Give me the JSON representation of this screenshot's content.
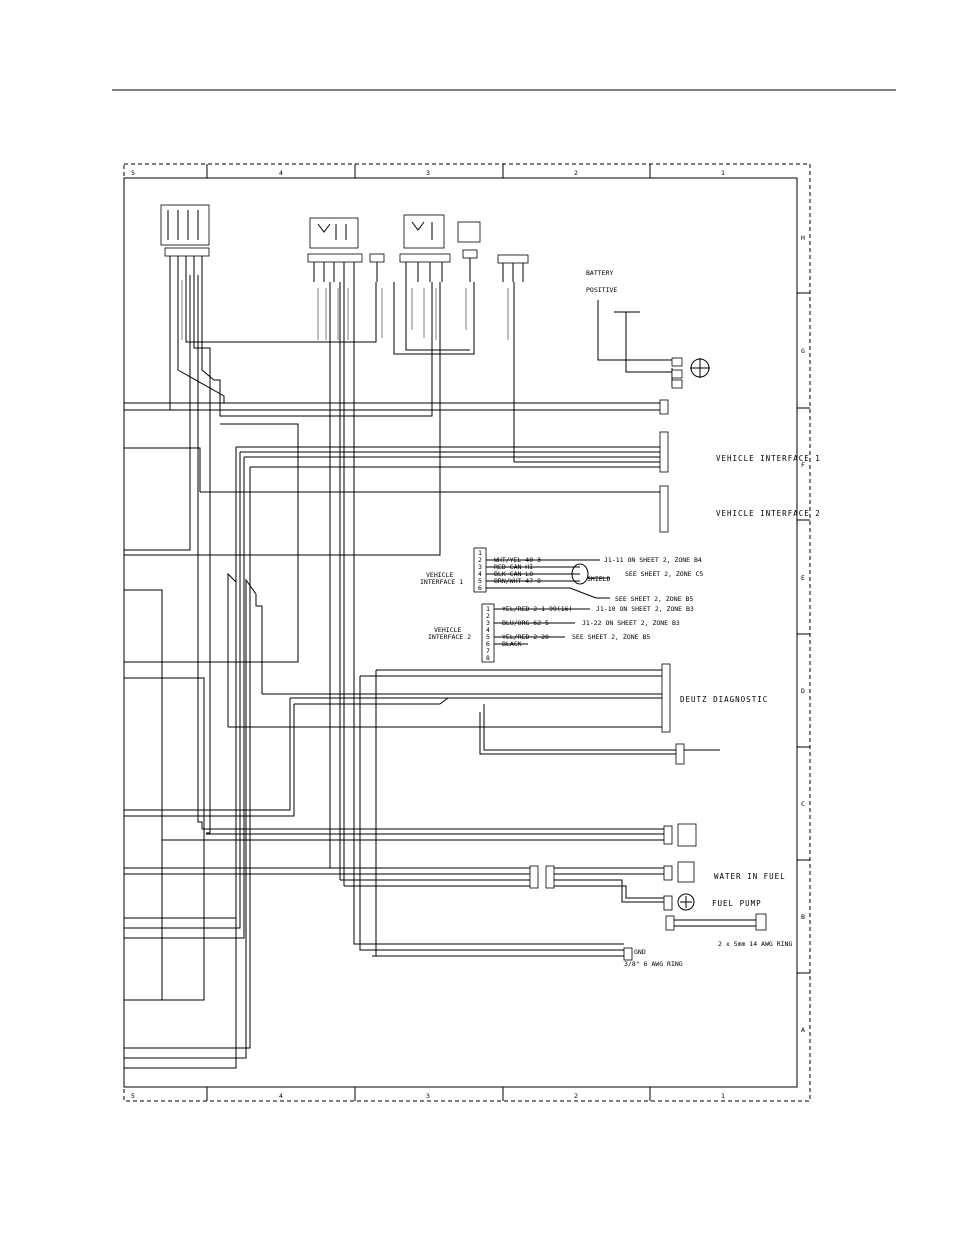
{
  "frame": {
    "columns": [
      "5",
      "4",
      "3",
      "2",
      "1"
    ],
    "rows": [
      "H",
      "G",
      "F",
      "E",
      "D",
      "C",
      "B",
      "A"
    ]
  },
  "labels": {
    "battery": "BATTERY",
    "positive": "POSITIVE",
    "vehicle_interface_1": "VEHICLE INTERFACE 1",
    "vehicle_interface_2": "VEHICLE INTERFACE 2",
    "vi1_block_line1": "VEHICLE",
    "vi1_block_line2": "INTERFACE 1",
    "vi2_block_line1": "VEHICLE",
    "vi2_block_line2": "INTERFACE 2",
    "deutz_diagnostic": "DEUTZ DIAGNOSTIC",
    "water_in_fuel": "WATER IN FUEL",
    "fuel_pump": "FUEL PUMP",
    "ring_14awg": "2 x 5mm 14 AWG RING",
    "gnd": "GND",
    "ring_6awg": "3/8\" 6 AWG RING"
  },
  "vehicle_interface_1_pins": [
    {
      "pin": "1",
      "text": ""
    },
    {
      "pin": "2",
      "text": "WHT/YEL 40-3"
    },
    {
      "pin": "3",
      "text": "RED CAN HI"
    },
    {
      "pin": "4",
      "text": "BLK CAN LO"
    },
    {
      "pin": "5",
      "text": "BRN/WHT 47-8"
    },
    {
      "pin": "6",
      "text": ""
    }
  ],
  "vehicle_interface_1_refs": {
    "j1_11": "J1-11 ON SHEET 2, ZONE B4",
    "see_c5": "SEE SHEET 2, ZONE C5",
    "shield": "SHIELD",
    "see_b5": "SEE SHEET 2, ZONE B5"
  },
  "vehicle_interface_2_pins": [
    {
      "pin": "1",
      "text": "YEL/RED 2-1-99(16)"
    },
    {
      "pin": "2",
      "text": ""
    },
    {
      "pin": "3",
      "text": "BLU/ORG 62-5"
    },
    {
      "pin": "4",
      "text": ""
    },
    {
      "pin": "5",
      "text": "YEL/RED 2-20"
    },
    {
      "pin": "6",
      "text": "BLACK"
    },
    {
      "pin": "7",
      "text": ""
    },
    {
      "pin": "8",
      "text": ""
    }
  ],
  "vehicle_interface_2_refs": {
    "j1_10": "J1-10 ON SHEET 2, ZONE B3",
    "j1_22": "J1-22 ON SHEET 2, ZONE B3",
    "see_b5": "SEE SHEET 2, ZONE B5"
  }
}
